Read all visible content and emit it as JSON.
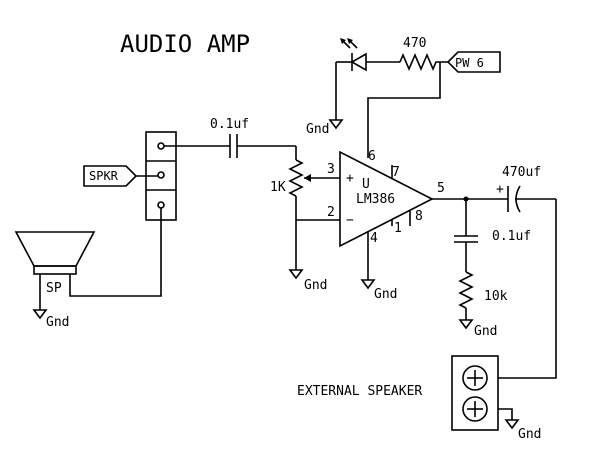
{
  "title": "AUDIO AMP",
  "labels": {
    "r470": "470",
    "pw6": "PW 6",
    "c01_in": "0.1uf",
    "pot": "1K",
    "spkr": "SPKR",
    "sp": "SP",
    "chip": "LM386",
    "chip_u": "U",
    "pin3": "3",
    "pin2": "2",
    "pin6": "6",
    "pin7": "7",
    "pin4": "4",
    "pin1": "1",
    "pin8": "8",
    "pin5": "5",
    "plus": "+",
    "minus": "−",
    "c470": "470uf",
    "cap_plus": "+",
    "c01_out": "0.1uf",
    "r10k": "10k",
    "ext_speaker": "EXTERNAL SPEAKER",
    "gnd": "Gnd"
  }
}
